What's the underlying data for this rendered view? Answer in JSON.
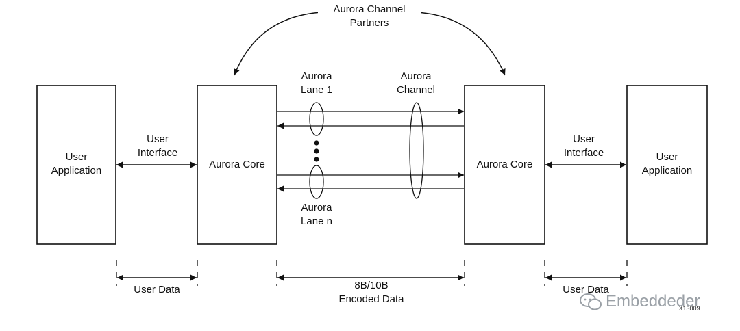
{
  "title": {
    "line1": "Aurora Channel",
    "line2": "Partners"
  },
  "blocks": {
    "left_app": {
      "line1": "User",
      "line2": "Application"
    },
    "left_core": "Aurora Core",
    "right_core": "Aurora Core",
    "right_app": {
      "line1": "User",
      "line2": "Application"
    }
  },
  "labels": {
    "left_ui": {
      "line1": "User",
      "line2": "Interface"
    },
    "right_ui": {
      "line1": "User",
      "line2": "Interface"
    },
    "lane1": {
      "line1": "Aurora",
      "line2": "Lane 1"
    },
    "lane_n": {
      "line1": "Aurora",
      "line2": "Lane n"
    },
    "channel": {
      "line1": "Aurora",
      "line2": "Channel"
    }
  },
  "bottom": {
    "left_user_data": "User Data",
    "encoded": {
      "line1": "8B/10B",
      "line2": "Encoded Data"
    },
    "right_user_data": "User Data"
  },
  "figure_id": "X13009",
  "watermark": "Embeddeder"
}
